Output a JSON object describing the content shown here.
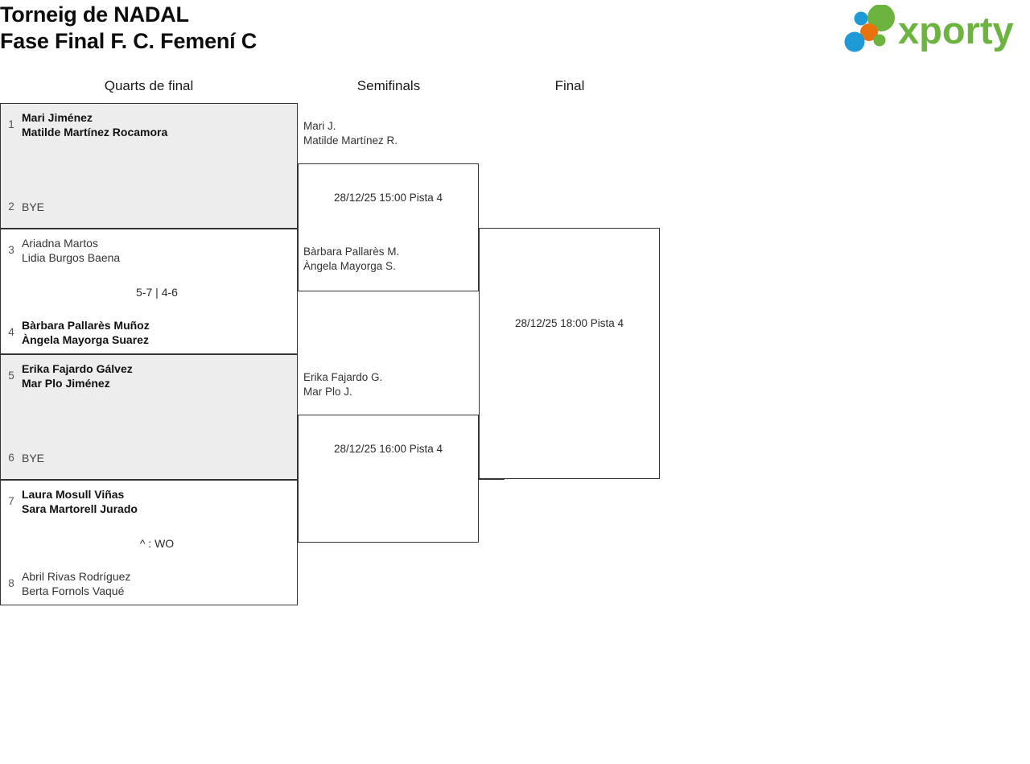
{
  "header": {
    "title": "Torneig de NADAL\nFase Final F. C. Femení C",
    "logo_text": "xporty",
    "logo_colors": {
      "green": "#6cb33f",
      "orange": "#e8720c",
      "blue": "#1e9bd7"
    }
  },
  "rounds": [
    {
      "label": "Quarts de final"
    },
    {
      "label": "Semifinals"
    },
    {
      "label": "Final"
    }
  ],
  "quarterfinals": [
    {
      "shaded": true,
      "top": {
        "seed": "1",
        "players": "Mari Jiménez\nMatilde Martínez Rocamora",
        "winner": true,
        "bye": false
      },
      "bottom": {
        "seed": "2",
        "players": "BYE",
        "winner": false,
        "bye": true
      },
      "score": ""
    },
    {
      "shaded": false,
      "top": {
        "seed": "3",
        "players": "Ariadna Martos\nLidia Burgos Baena",
        "winner": false,
        "bye": false
      },
      "bottom": {
        "seed": "4",
        "players": "Bàrbara Pallarès Muñoz\nÀngela Mayorga Suarez",
        "winner": true,
        "bye": false
      },
      "score": "5-7 | 4-6"
    },
    {
      "shaded": true,
      "top": {
        "seed": "5",
        "players": "Erika Fajardo Gálvez\nMar Plo Jiménez",
        "winner": true,
        "bye": false
      },
      "bottom": {
        "seed": "6",
        "players": "BYE",
        "winner": false,
        "bye": true
      },
      "score": ""
    },
    {
      "shaded": false,
      "top": {
        "seed": "7",
        "players": "Laura Mosull Viñas\nSara Martorell Jurado",
        "winner": true,
        "bye": false
      },
      "bottom": {
        "seed": "8",
        "players": "Abril Rivas Rodríguez\nBerta Fornols Vaqué",
        "winner": false,
        "bye": false
      },
      "score": "^ : WO"
    }
  ],
  "semifinals": [
    {
      "top_entrant": "Mari J.\nMatilde Martínez R.",
      "bottom_entrant": "Bàrbara Pallarès M.\nÀngela Mayorga S.",
      "schedule": "28/12/25 15:00 Pista 4"
    },
    {
      "top_entrant": "Erika Fajardo G.\nMar Plo J.",
      "bottom_entrant": "",
      "schedule": "28/12/25 16:00 Pista 4"
    }
  ],
  "final": {
    "top_entrant": "",
    "bottom_entrant": "",
    "schedule": "28/12/25 18:00 Pista 4"
  }
}
